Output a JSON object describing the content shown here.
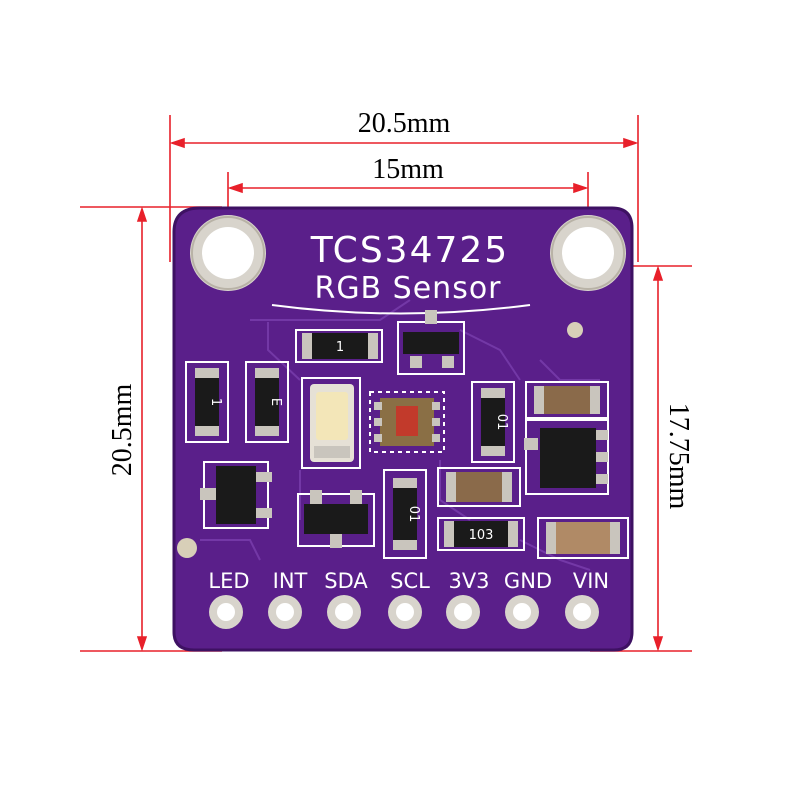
{
  "dimensions": {
    "outer_width": "20.5mm",
    "hole_spacing": "15mm",
    "height_left": "20.5mm",
    "height_right": "17.75mm",
    "line_color": "#e8202a"
  },
  "board": {
    "title": "TCS34725",
    "subtitle": "RGB Sensor",
    "color": "#5a1f8a",
    "pins": [
      "LED",
      "INT",
      "SDA",
      "SCL",
      "3V3",
      "GND",
      "VIN"
    ],
    "component_codes": {
      "r_top": "1",
      "r_left": "1",
      "r_left2": "E",
      "r_mid": "01",
      "r_bottom_left": "01",
      "r_bottom": "103"
    }
  }
}
